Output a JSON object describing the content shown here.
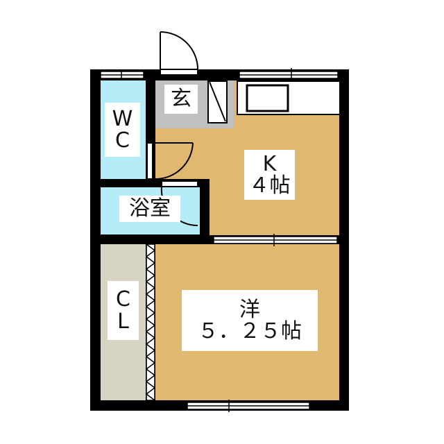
{
  "rooms": {
    "entrance": {
      "label": "玄"
    },
    "toilet": {
      "line1": "W",
      "line2": "C"
    },
    "bath": {
      "label": "浴室"
    },
    "kitchen": {
      "line1": "K",
      "line2": "４帖"
    },
    "closet": {
      "line1": "C",
      "line2": "L"
    },
    "western": {
      "line1": "洋",
      "line2": "５．２５帖"
    }
  },
  "colors": {
    "wall": "#000000",
    "wet_area": "#b4ecf8",
    "entrance": "#c0c0c0",
    "floor": "#e0b870",
    "closet": "#d8d4c4"
  }
}
